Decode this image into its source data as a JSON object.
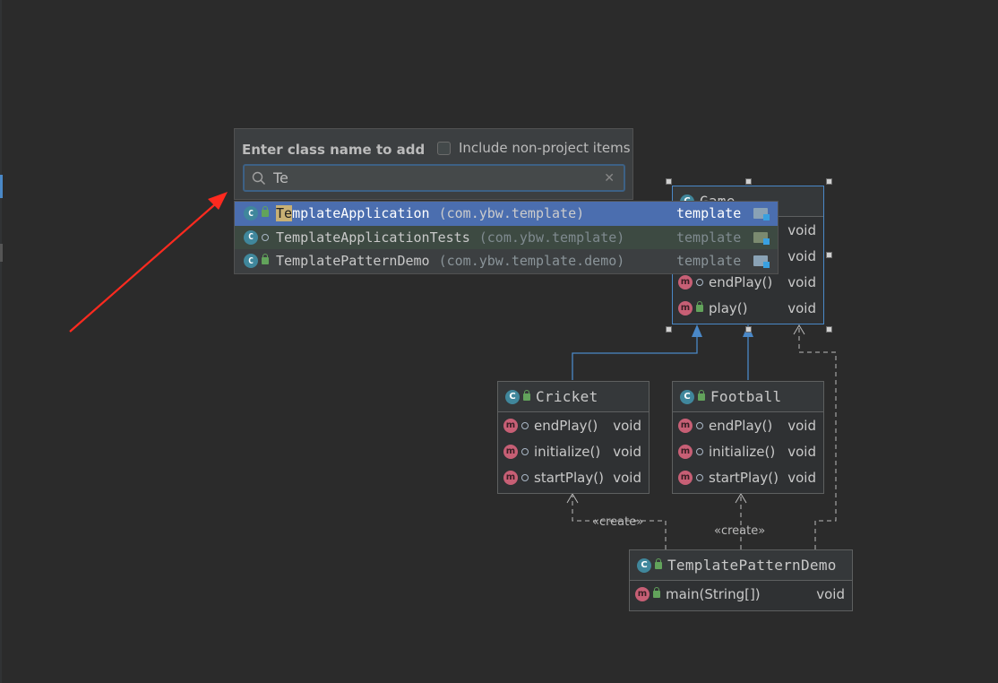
{
  "popup": {
    "title": "Enter class name to add",
    "checkbox_label": "Include non-project items",
    "search_value": "Te",
    "results": [
      {
        "highlight": "Te",
        "rest": "mplateApplication",
        "package": "(com.ybw.template)",
        "module": "template"
      },
      {
        "highlight": "",
        "rest": "TemplateApplicationTests",
        "package": "(com.ybw.template)",
        "module": "template"
      },
      {
        "highlight": "",
        "rest": "TemplatePatternDemo",
        "package": "(com.ybw.template.demo)",
        "module": "template"
      }
    ]
  },
  "diagram": {
    "game": {
      "name": "Game",
      "methods": [
        {
          "name": "",
          "type": "void"
        },
        {
          "name": "",
          "type": "void"
        },
        {
          "name": "endPlay()",
          "type": "void"
        },
        {
          "name": "play()",
          "type": "void"
        }
      ]
    },
    "cricket": {
      "name": "Cricket",
      "methods": [
        {
          "name": "endPlay()",
          "type": "void"
        },
        {
          "name": "initialize()",
          "type": "void"
        },
        {
          "name": "startPlay()",
          "type": "void"
        }
      ]
    },
    "football": {
      "name": "Football",
      "methods": [
        {
          "name": "endPlay()",
          "type": "void"
        },
        {
          "name": "initialize()",
          "type": "void"
        },
        {
          "name": "startPlay()",
          "type": "void"
        }
      ]
    },
    "demo": {
      "name": "TemplatePatternDemo",
      "methods": [
        {
          "name": "main(String[])",
          "type": "void"
        }
      ]
    },
    "create_label": "«create»"
  },
  "annotation": {
    "arrow_color": "#ff2a1f"
  }
}
